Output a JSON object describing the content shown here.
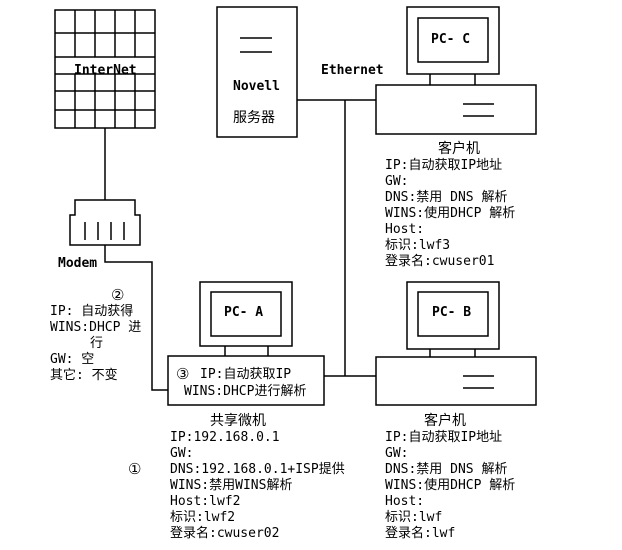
{
  "internet": {
    "label": "InterNet"
  },
  "modem": {
    "label": "Modem"
  },
  "server": {
    "line1": "Novell",
    "line2": "服务器"
  },
  "ethernet": {
    "label": "Ethernet"
  },
  "pcs": {
    "c": {
      "label": "PC- C"
    },
    "a": {
      "label": "PC- A"
    },
    "b": {
      "label": "PC- B"
    }
  },
  "modem_settings": {
    "marker": "②",
    "lines": [
      "IP: 自动获得",
      "WINS:DHCP 进",
      "行",
      "GW:  空",
      "其它: 不变"
    ]
  },
  "shared_box": {
    "marker": "③",
    "line1": "IP:自动获取IP",
    "line2": "WINS:DHCP进行解析"
  },
  "client_c": {
    "title": "客户机",
    "lines": [
      "IP:自动获取IP地址",
      "GW:",
      "DNS:禁用 DNS 解析",
      "WINS:使用DHCP 解析",
      "Host:",
      "标识:lwf3",
      "登录名:cwuser01"
    ]
  },
  "shared_host": {
    "marker": "①",
    "title": "共享微机",
    "lines": [
      "IP:192.168.0.1",
      "GW:",
      "DNS:192.168.0.1+ISP提供",
      "WINS:禁用WINS解析",
      "Host:lwf2",
      "标识:lwf2",
      "登录名:cwuser02"
    ]
  },
  "client_b": {
    "title": "客户机",
    "lines": [
      "IP:自动获取IP地址",
      "GW:",
      "DNS:禁用 DNS 解析",
      "WINS:使用DHCP 解析",
      "Host:",
      "标识:lwf",
      "登录名:lwf"
    ]
  }
}
